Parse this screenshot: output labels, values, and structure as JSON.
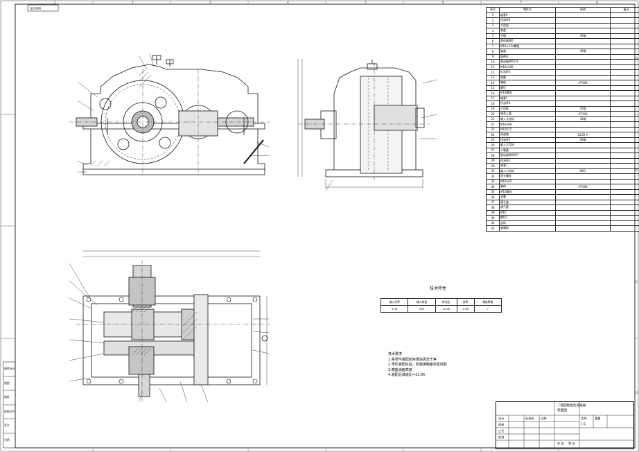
{
  "sheet": {
    "zone_numbers_top": [
      "1",
      "2",
      "3",
      "4",
      "5",
      "6",
      "7",
      "8"
    ],
    "zone_letters_right": [
      "A",
      "B",
      "C",
      "D"
    ],
    "stamp_label": "设计说明",
    "left_side_labels": [
      "图样标记",
      "描图",
      "描校",
      "底图总号",
      "签字",
      "日期"
    ]
  },
  "bom": {
    "headers": [
      "序号",
      "零件号",
      "说明",
      "备注"
    ],
    "rows": [
      [
        "1",
        "轴套2",
        "",
        ""
      ],
      [
        "2",
        "挡油环2",
        "",
        ""
      ],
      [
        "3",
        "大齿轮",
        "",
        ""
      ],
      [
        "4",
        "端盖",
        "",
        ""
      ],
      [
        "5",
        "平键",
        "45钢",
        ""
      ],
      [
        "6",
        "滚动轴承6",
        "",
        ""
      ],
      [
        "7",
        "M16×134螺栓",
        "",
        ""
      ],
      [
        "8",
        "箱盖",
        "45钢",
        ""
      ],
      [
        "9",
        "窥视孔",
        "",
        ""
      ],
      [
        "10",
        "滚动轴承6210",
        "",
        ""
      ],
      [
        "11",
        "M16x106",
        "",
        ""
      ],
      [
        "12",
        "挡油环3",
        "",
        ""
      ],
      [
        "13",
        "垫圈",
        "",
        ""
      ],
      [
        "14",
        "箱座",
        "HT300",
        ""
      ],
      [
        "15",
        "螺钉",
        "",
        ""
      ],
      [
        "16",
        "M14螺母",
        "",
        ""
      ],
      [
        "17",
        "轴套1",
        "",
        ""
      ],
      [
        "18",
        "挡油环4",
        "",
        ""
      ],
      [
        "19",
        "小齿轮",
        "45钢",
        ""
      ],
      [
        "20",
        "轴承上盖",
        "HT300",
        ""
      ],
      [
        "21",
        "输入大齿轮",
        "45钢",
        ""
      ],
      [
        "22",
        "M16x98",
        "",
        ""
      ],
      [
        "23",
        "M10X15",
        "",
        ""
      ],
      [
        "24",
        "高速轴",
        "Q235-A",
        ""
      ],
      [
        "25",
        "挡油环1",
        "45钢",
        ""
      ],
      [
        "26",
        "输入大齿轮",
        "",
        ""
      ],
      [
        "27",
        "小端盖",
        "",
        ""
      ],
      [
        "28",
        "滚动轴承6907",
        "",
        ""
      ],
      [
        "29",
        "挡油环1",
        "",
        ""
      ],
      [
        "30",
        "轴套1",
        "",
        ""
      ],
      [
        "31",
        "输入小齿轮",
        "40Cr",
        ""
      ],
      [
        "32",
        "双头螺栓",
        "",
        ""
      ],
      [
        "33",
        "M16x40",
        "",
        ""
      ],
      [
        "34",
        "箱体",
        "HT300",
        ""
      ],
      [
        "35",
        "M16螺母",
        "",
        ""
      ],
      [
        "36",
        "油塞",
        "",
        ""
      ],
      [
        "37",
        "视孔盖",
        "",
        ""
      ],
      [
        "38",
        "通气塞",
        "",
        ""
      ],
      [
        "39",
        "M10",
        "",
        ""
      ],
      [
        "40",
        "螺钉1",
        "",
        ""
      ],
      [
        "41",
        "油标",
        "",
        ""
      ],
      [
        "42",
        "轴端板",
        "",
        ""
      ]
    ]
  },
  "tech_table": {
    "title": "技术特性",
    "headers": [
      "输入功率",
      "输入转速",
      "传动比",
      "效率",
      "精度等级"
    ],
    "values": [
      "5.36",
      "960",
      "11.95",
      "0.96",
      "7"
    ]
  },
  "notes": {
    "title": "技术要求",
    "lines": [
      "1.各零件装配前用煤油清洗干净",
      "2.零件装配好后，机箱接触面涂密封胶",
      "3.箱座油面高度",
      "4.装配后减速比=11.95"
    ]
  },
  "title_block": {
    "drawing_title": "二级圆柱齿轮减速器",
    "drawing_subtitle": "装配图",
    "scale": "1:5",
    "labels": [
      "设计",
      "审核",
      "工艺",
      "批准",
      "标准化",
      "日期",
      "比例",
      "重量",
      "共 张",
      "第 张"
    ]
  },
  "views": {
    "front_label": "",
    "side_label": "",
    "top_label": ""
  }
}
